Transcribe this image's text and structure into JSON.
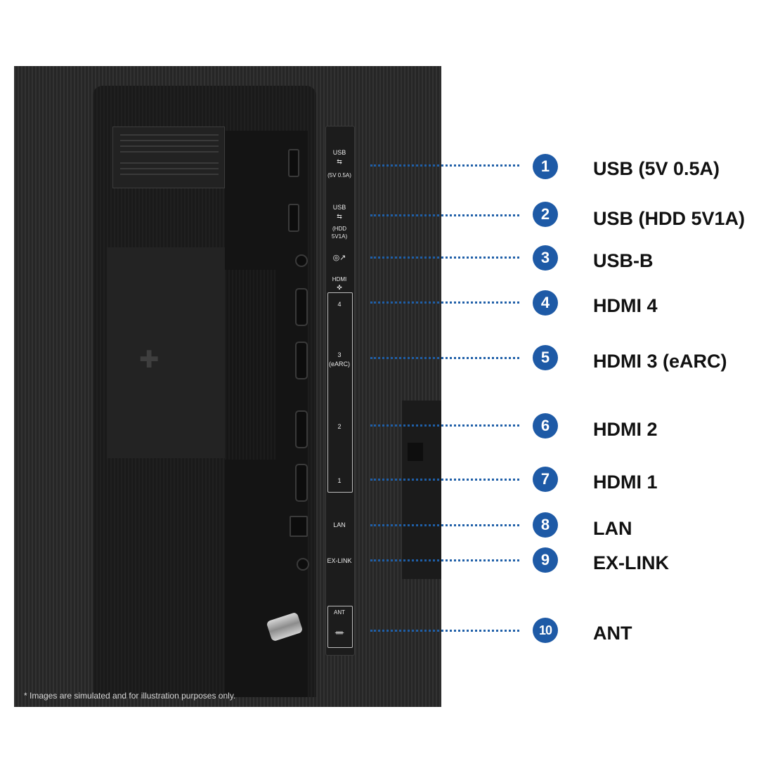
{
  "colors": {
    "callout_blue": "#1e5aa6",
    "leader_blue": "#1f5fa8",
    "label_text": "#111111",
    "panel_dark": "#2b2b2b"
  },
  "panel_labels": {
    "usb1": {
      "title": "USB",
      "icon": "usb-icon",
      "sub": "(5V 0.5A)"
    },
    "usb2": {
      "title": "USB",
      "icon": "usb-icon",
      "sub": "(HDD 5V1A)"
    },
    "usbb": {
      "icon": "usb-b-icon",
      "glyph": "◎↗"
    },
    "hdmi_header": {
      "title": "HDMI",
      "icon": "gamepad-icon"
    },
    "hdmi4": "4",
    "hdmi3": "3",
    "hdmi3_sub": "(eARC)",
    "hdmi2": "2",
    "hdmi1": "1",
    "lan": "LAN",
    "exlink": "EX-LINK",
    "ant": "ANT",
    "ant_symbol": "ᚔ"
  },
  "callouts": [
    {
      "number": "1",
      "label": "USB (5V 0.5A)"
    },
    {
      "number": "2",
      "label": "USB (HDD 5V1A)"
    },
    {
      "number": "3",
      "label": "USB-B"
    },
    {
      "number": "4",
      "label": "HDMI 4"
    },
    {
      "number": "5",
      "label": "HDMI 3 (eARC)"
    },
    {
      "number": "6",
      "label": "HDMI 2"
    },
    {
      "number": "7",
      "label": "HDMI 1"
    },
    {
      "number": "8",
      "label": "LAN"
    },
    {
      "number": "9",
      "label": "EX-LINK"
    },
    {
      "number": "10",
      "label": "ANT"
    }
  ],
  "disclaimer": "* Images are simulated and for illustration purposes only."
}
